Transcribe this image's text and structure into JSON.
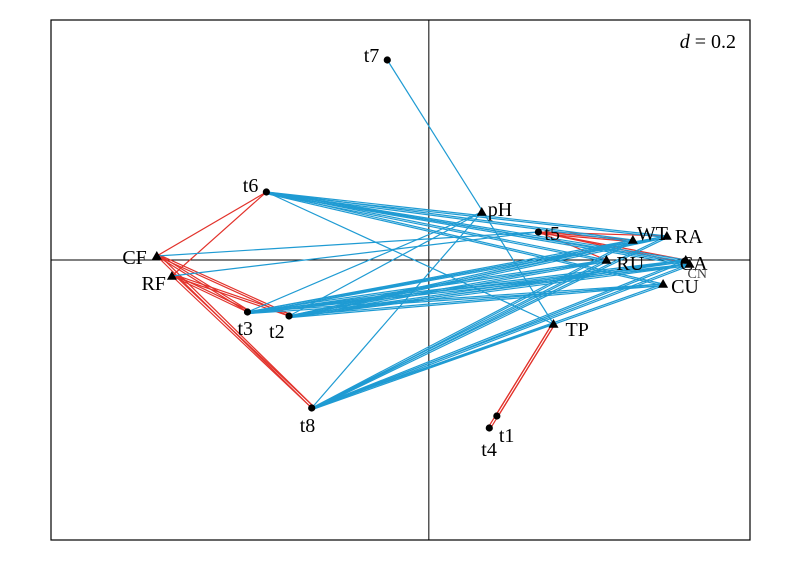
{
  "chart_data": {
    "type": "scatter",
    "title": "",
    "xlabel": "",
    "ylabel": "",
    "xlim": [
      -1.0,
      0.85
    ],
    "ylim": [
      -0.7,
      0.6
    ],
    "grid": false,
    "scale_label": "d = 0.2",
    "scale_label_parts": {
      "var": "d",
      "rest": " = 0.2"
    },
    "colors": {
      "red": "#e2322b",
      "blue": "#1f9bd3",
      "axis": "#000000"
    },
    "samples": [
      {
        "id": "t1",
        "label": "t1",
        "x": 0.18,
        "y": -0.39
      },
      {
        "id": "t2",
        "label": "t2",
        "x": -0.37,
        "y": -0.14
      },
      {
        "id": "t3",
        "label": "t3",
        "x": -0.48,
        "y": -0.13
      },
      {
        "id": "t4",
        "label": "t4",
        "x": 0.16,
        "y": -0.42
      },
      {
        "id": "t5",
        "label": "t5",
        "x": 0.29,
        "y": 0.07
      },
      {
        "id": "t6",
        "label": "t6",
        "x": -0.43,
        "y": 0.17
      },
      {
        "id": "t7",
        "label": "t7",
        "x": -0.11,
        "y": 0.5
      },
      {
        "id": "t8",
        "label": "t8",
        "x": -0.31,
        "y": -0.37
      }
    ],
    "variables": [
      {
        "id": "CF",
        "label": "CF",
        "x": -0.72,
        "y": 0.01
      },
      {
        "id": "RF",
        "label": "RF",
        "x": -0.68,
        "y": -0.04
      },
      {
        "id": "pH",
        "label": "pH",
        "x": 0.14,
        "y": 0.12
      },
      {
        "id": "WT",
        "label": "WT",
        "x": 0.54,
        "y": 0.05
      },
      {
        "id": "RA",
        "label": "RA",
        "x": 0.63,
        "y": 0.06
      },
      {
        "id": "RU",
        "label": "RU",
        "x": 0.47,
        "y": 0.0
      },
      {
        "id": "CA",
        "label": "CA",
        "x": 0.68,
        "y": 0.0
      },
      {
        "id": "CN",
        "label": "CN",
        "x": 0.69,
        "y": -0.01
      },
      {
        "id": "CU",
        "label": "CU",
        "x": 0.62,
        "y": -0.06
      },
      {
        "id": "TP",
        "label": "TP",
        "x": 0.33,
        "y": -0.16
      }
    ],
    "segments": [
      {
        "from": "t6",
        "to": "CF",
        "color": "red",
        "offsets": [
          0
        ]
      },
      {
        "from": "t6",
        "to": "RF",
        "color": "red",
        "offsets": [
          0
        ]
      },
      {
        "from": "t3",
        "to": "CF",
        "color": "red",
        "offsets": [
          0,
          0.5
        ]
      },
      {
        "from": "t2",
        "to": "CF",
        "color": "red",
        "offsets": [
          0,
          0.5
        ]
      },
      {
        "from": "t3",
        "to": "RF",
        "color": "red",
        "offsets": [
          0,
          0.5
        ]
      },
      {
        "from": "t2",
        "to": "RF",
        "color": "red",
        "offsets": [
          0,
          0.5
        ]
      },
      {
        "from": "t8",
        "to": "CF",
        "color": "red",
        "offsets": [
          0,
          0.6
        ]
      },
      {
        "from": "t8",
        "to": "RF",
        "color": "red",
        "offsets": [
          0,
          0.6
        ]
      },
      {
        "from": "t5",
        "to": "WT",
        "color": "red",
        "offsets": [
          0,
          0.4
        ]
      },
      {
        "from": "t5",
        "to": "RA",
        "color": "red",
        "offsets": [
          0
        ]
      },
      {
        "from": "t5",
        "to": "RU",
        "color": "red",
        "offsets": [
          0
        ]
      },
      {
        "from": "t5",
        "to": "CA",
        "color": "red",
        "offsets": [
          0
        ]
      },
      {
        "from": "t5",
        "to": "CN",
        "color": "red",
        "offsets": [
          0
        ]
      },
      {
        "from": "t1",
        "to": "TP",
        "color": "red",
        "offsets": [
          -0.3,
          0.3
        ]
      },
      {
        "from": "t4",
        "to": "TP",
        "color": "red",
        "offsets": [
          -0.3,
          0.3
        ]
      },
      {
        "from": "t7",
        "to": "TP",
        "color": "blue",
        "offsets": [
          0
        ]
      },
      {
        "from": "t8",
        "to": "pH",
        "color": "blue",
        "offsets": [
          0
        ]
      },
      {
        "from": "t5",
        "to": "CF",
        "color": "blue",
        "offsets": [
          0
        ]
      },
      {
        "from": "t5",
        "to": "RF",
        "color": "blue",
        "offsets": [
          0
        ]
      },
      {
        "from": "t6",
        "to": "TP",
        "color": "blue",
        "offsets": [
          0
        ]
      },
      {
        "from": "t6",
        "to": "WT",
        "color": "blue",
        "offsets": [
          0,
          0.4
        ]
      },
      {
        "from": "t6",
        "to": "RA",
        "color": "blue",
        "offsets": [
          0,
          0.4
        ]
      },
      {
        "from": "t6",
        "to": "RU",
        "color": "blue",
        "offsets": [
          0,
          0.4
        ]
      },
      {
        "from": "t6",
        "to": "CA",
        "color": "blue",
        "offsets": [
          0,
          0.4
        ]
      },
      {
        "from": "t6",
        "to": "CN",
        "color": "blue",
        "offsets": [
          0,
          0.4
        ]
      },
      {
        "from": "t6",
        "to": "CU",
        "color": "blue",
        "offsets": [
          0,
          0.4
        ]
      },
      {
        "from": "t3",
        "to": "pH",
        "color": "blue",
        "offsets": [
          0
        ]
      },
      {
        "from": "t3",
        "to": "WT",
        "color": "blue",
        "offsets": [
          0,
          0.4
        ]
      },
      {
        "from": "t3",
        "to": "RA",
        "color": "blue",
        "offsets": [
          0,
          0.4
        ]
      },
      {
        "from": "t3",
        "to": "RU",
        "color": "blue",
        "offsets": [
          0,
          0.4
        ]
      },
      {
        "from": "t3",
        "to": "CA",
        "color": "blue",
        "offsets": [
          0,
          0.4
        ]
      },
      {
        "from": "t3",
        "to": "CN",
        "color": "blue",
        "offsets": [
          0,
          0.4
        ]
      },
      {
        "from": "t3",
        "to": "CU",
        "color": "blue",
        "offsets": [
          0,
          0.4
        ]
      },
      {
        "from": "t2",
        "to": "pH",
        "color": "blue",
        "offsets": [
          0
        ]
      },
      {
        "from": "t2",
        "to": "WT",
        "color": "blue",
        "offsets": [
          0,
          0.4
        ]
      },
      {
        "from": "t2",
        "to": "RA",
        "color": "blue",
        "offsets": [
          0,
          0.4
        ]
      },
      {
        "from": "t2",
        "to": "RU",
        "color": "blue",
        "offsets": [
          0,
          0.4
        ]
      },
      {
        "from": "t2",
        "to": "CA",
        "color": "blue",
        "offsets": [
          0,
          0.4
        ]
      },
      {
        "from": "t2",
        "to": "CN",
        "color": "blue",
        "offsets": [
          0,
          0.4
        ]
      },
      {
        "from": "t2",
        "to": "CU",
        "color": "blue",
        "offsets": [
          0,
          0.4
        ]
      },
      {
        "from": "t8",
        "to": "WT",
        "color": "blue",
        "offsets": [
          0,
          0.4
        ]
      },
      {
        "from": "t8",
        "to": "RA",
        "color": "blue",
        "offsets": [
          0,
          0.4
        ]
      },
      {
        "from": "t8",
        "to": "RU",
        "color": "blue",
        "offsets": [
          0,
          0.4
        ]
      },
      {
        "from": "t8",
        "to": "CA",
        "color": "blue",
        "offsets": [
          0,
          0.4
        ]
      },
      {
        "from": "t8",
        "to": "CN",
        "color": "blue",
        "offsets": [
          0,
          0.4
        ]
      },
      {
        "from": "t8",
        "to": "CU",
        "color": "blue",
        "offsets": [
          0,
          0.4
        ]
      },
      {
        "from": "t8",
        "to": "TP",
        "color": "blue",
        "offsets": [
          0
        ]
      }
    ]
  }
}
